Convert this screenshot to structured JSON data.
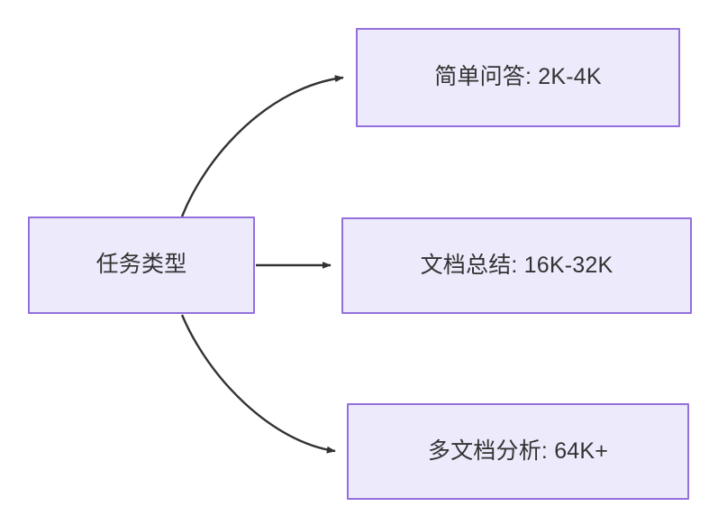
{
  "diagram": {
    "type": "flowchart",
    "direction": "left-to-right",
    "background_color": "#FFFFFF",
    "node_fill_color": "#ECEAFB",
    "node_border_color": "#9370DB",
    "node_text_color": "#333333",
    "edge_color": "#333333",
    "nodes": [
      {
        "id": "source",
        "label": "任务类型"
      },
      {
        "id": "simple-qa",
        "label": "简单问答: 2K-4K"
      },
      {
        "id": "doc-summary",
        "label": "文档总结: 16K-32K"
      },
      {
        "id": "multi-doc",
        "label": "多文档分析: 64K+"
      }
    ],
    "edges": [
      {
        "id": "edge-source-to-simple-qa",
        "from": "source",
        "to": "simple-qa",
        "label": "",
        "style": "curved-arrow"
      },
      {
        "id": "edge-source-to-doc-summary",
        "from": "source",
        "to": "doc-summary",
        "label": "",
        "style": "straight-arrow"
      },
      {
        "id": "edge-source-to-multi-doc",
        "from": "source",
        "to": "multi-doc",
        "label": "",
        "style": "curved-arrow"
      }
    ]
  }
}
